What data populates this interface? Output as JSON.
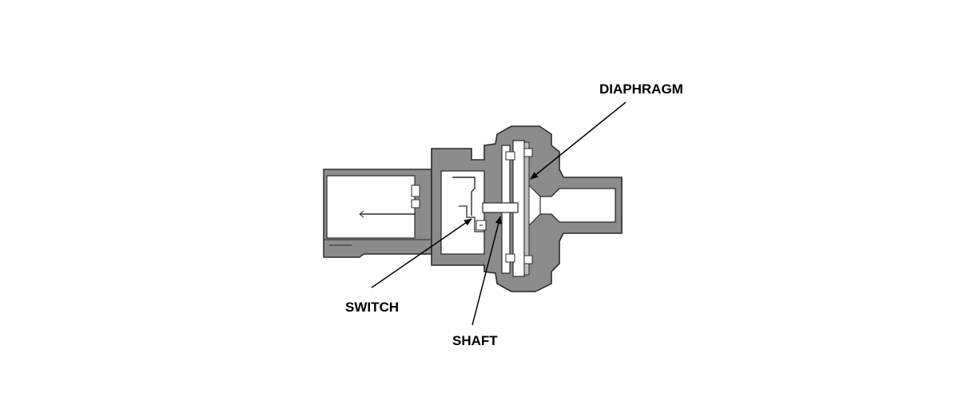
{
  "labels": {
    "diaphragm": "DIAPHRAGM",
    "switch": "SWITCH",
    "shaft": "SHAFT"
  },
  "colors": {
    "body_fill": "#8c8c8c",
    "cavity_fill": "#ffffff",
    "outline": "#2a2a2a",
    "text": "#000000"
  }
}
